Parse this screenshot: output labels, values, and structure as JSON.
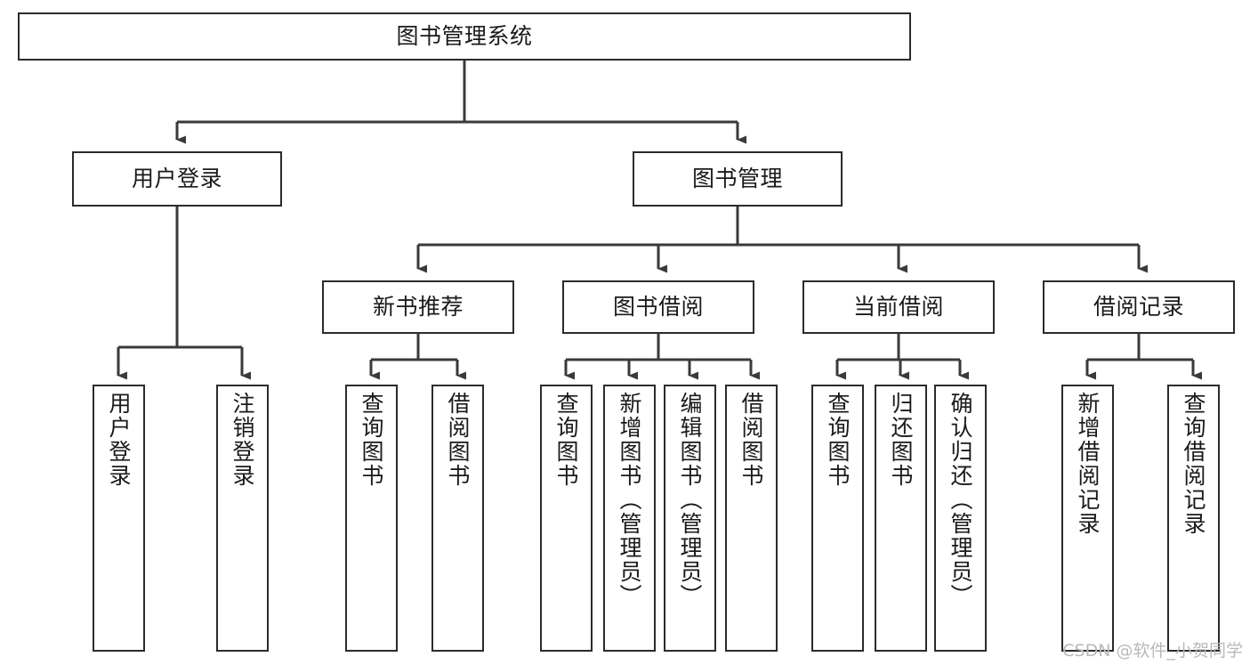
{
  "diagram": {
    "title": "图书管理系统",
    "type": "tree-hierarchy-diagram",
    "watermark": "CSDN @软件_小贺同学",
    "colors": {
      "box_border": "#2b2b2b",
      "box_fill": "#ffffff",
      "connector": "#3a3a3a",
      "text": "#1a1a1a",
      "watermark": "#b9b9b9",
      "background": "#ffffff"
    },
    "nodes": {
      "root": {
        "label": "图书管理系统"
      },
      "level2": [
        {
          "id": "user-login",
          "label": "用户登录"
        },
        {
          "id": "book-management",
          "label": "图书管理"
        }
      ],
      "level3": [
        {
          "id": "new-book-recommend",
          "label": "新书推荐"
        },
        {
          "id": "book-borrow",
          "label": "图书借阅"
        },
        {
          "id": "current-borrow",
          "label": "当前借阅"
        },
        {
          "id": "borrow-record",
          "label": "借阅记录"
        }
      ],
      "leaves": {
        "user_login": [
          {
            "id": "leaf-user-login",
            "label": "用户登录"
          },
          {
            "id": "leaf-logout-login",
            "label": "注销登录"
          }
        ],
        "new_book_recommend": [
          {
            "id": "leaf-query-book-1",
            "label": "查询图书"
          },
          {
            "id": "leaf-borrow-book-1",
            "label": "借阅图书"
          }
        ],
        "book_borrow": [
          {
            "id": "leaf-query-book-2",
            "label": "查询图书"
          },
          {
            "id": "leaf-add-book-admin",
            "label": "新增图书（管理员）"
          },
          {
            "id": "leaf-edit-book-admin",
            "label": "编辑图书（管理员）"
          },
          {
            "id": "leaf-borrow-book-2",
            "label": "借阅图书"
          }
        ],
        "current_borrow": [
          {
            "id": "leaf-query-book-3",
            "label": "查询图书"
          },
          {
            "id": "leaf-return-book",
            "label": "归还图书"
          },
          {
            "id": "leaf-confirm-return-admin",
            "label": "确认归还（管理员）"
          }
        ],
        "borrow_record": [
          {
            "id": "leaf-add-borrow-record",
            "label": "新增借阅记录"
          },
          {
            "id": "leaf-query-borrow-record",
            "label": "查询借阅记录"
          }
        ]
      }
    }
  }
}
